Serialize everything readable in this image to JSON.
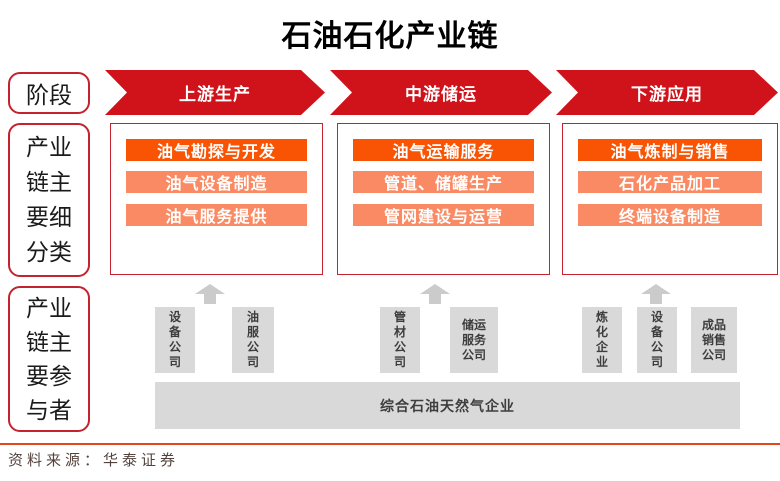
{
  "title": "石油石化产业链",
  "colors": {
    "chevron_red": "#d0121b",
    "border_red": "#c2232e",
    "bar_dark_orange": "#f85403",
    "bar_light_orange": "#f98a63",
    "gray_box": "#d9d9d9",
    "gray_arrow": "#cbcbcb",
    "rule_orange_red": "#df471c",
    "footer_text": "#54433d"
  },
  "stage_row": {
    "label": "阶段",
    "arrows": [
      "上游生产",
      "中游储运",
      "下游应用"
    ]
  },
  "subdivision_row": {
    "label": "产业\n链主\n要细\n分类",
    "groups": [
      [
        "油气勘探与开发",
        "油气设备制造",
        "油气服务提供"
      ],
      [
        "油气运输服务",
        "管道、储罐生产",
        "管网建设与运营"
      ],
      [
        "油气炼制与销售",
        "石化产品加工",
        "终端设备制造"
      ]
    ]
  },
  "participants_row": {
    "label": "产业\n链主\n要参\n与者",
    "companies": [
      "设\n备\n公\n司",
      "油\n服\n公\n司",
      "管\n材\n公\n司",
      "储运\n服务\n公司",
      "炼\n化\n企\n业",
      "设\n备\n公\n司",
      "成品\n销售\n公司"
    ],
    "base": "综合石油天然气企业"
  },
  "footer": {
    "source": "资料来源：华泰证券"
  }
}
